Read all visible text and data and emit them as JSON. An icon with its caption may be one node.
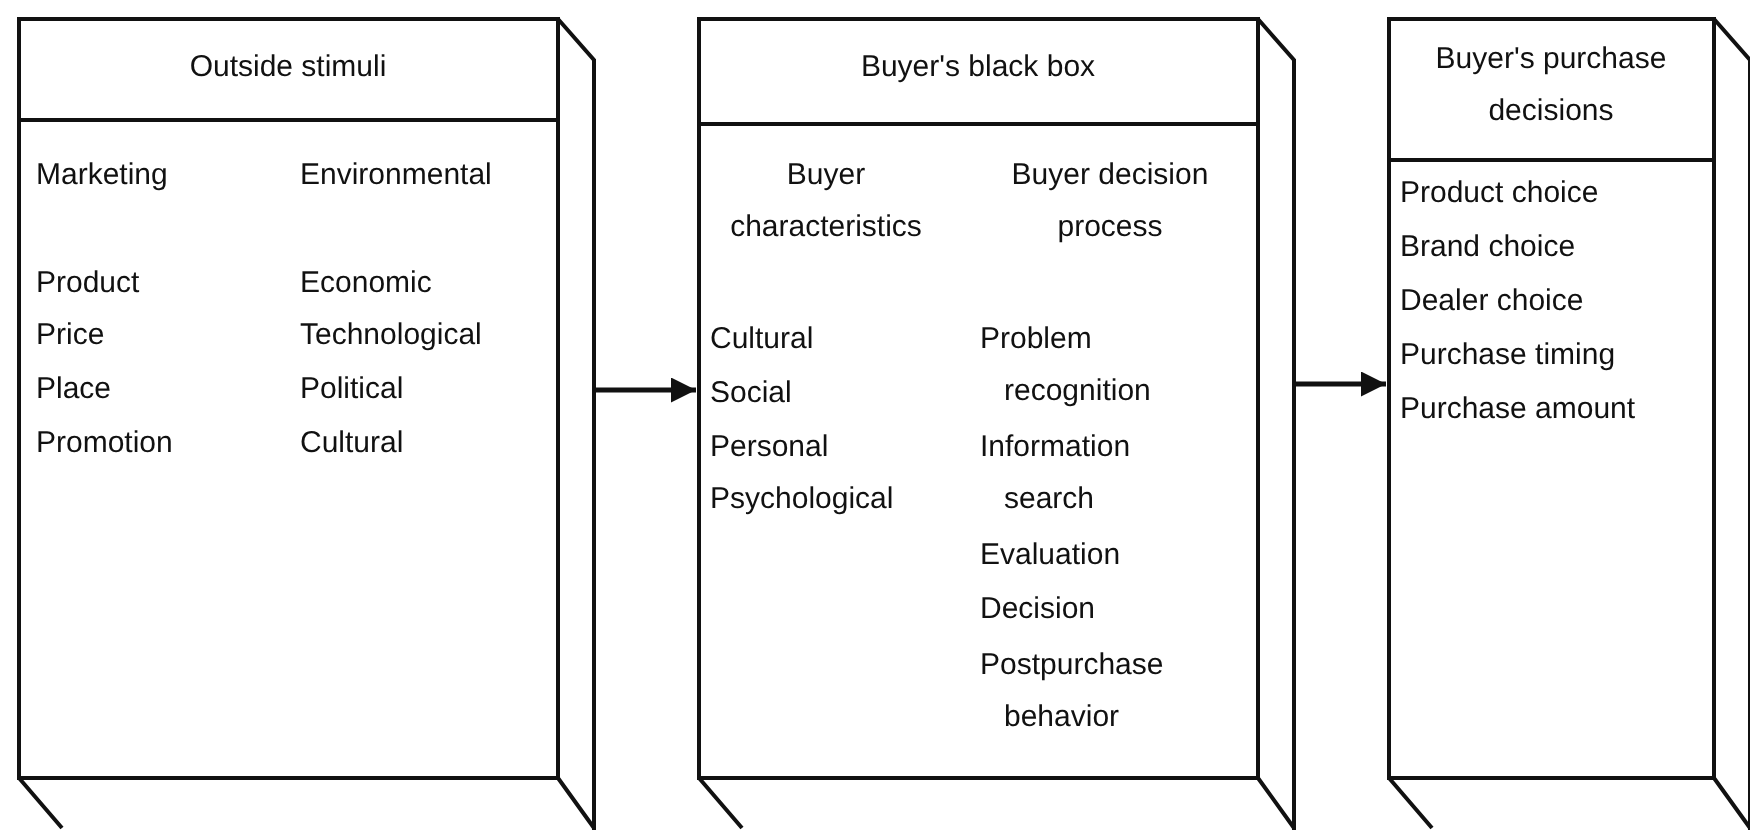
{
  "diagram": {
    "nodes": [
      {
        "text": [
          "Outside stimuli",
          "Marketing",
          "Product",
          "Price",
          "Place",
          "Promotion",
          "Environmental",
          "Economic",
          "Technological",
          "Political",
          "Cultural"
        ]
      },
      {
        "text": [
          "Buyer's black box",
          "Buyer characteristics",
          "Cultural",
          "Social",
          "Personal",
          "Psychological",
          "Buyer decision process",
          "Problem recognition",
          "Information search",
          "Evaluation",
          "Decision",
          "Postpurchase behavior"
        ]
      },
      {
        "text": [
          "Buyer's purchase decisions",
          "Product choice",
          "Brand choice",
          "Dealer choice",
          "Purchase timing",
          "Purchase amount"
        ]
      }
    ],
    "edges": [
      {
        "from": 0,
        "to": 1,
        "arrow": "to"
      },
      {
        "from": 1,
        "to": 2,
        "arrow": "to"
      }
    ]
  }
}
